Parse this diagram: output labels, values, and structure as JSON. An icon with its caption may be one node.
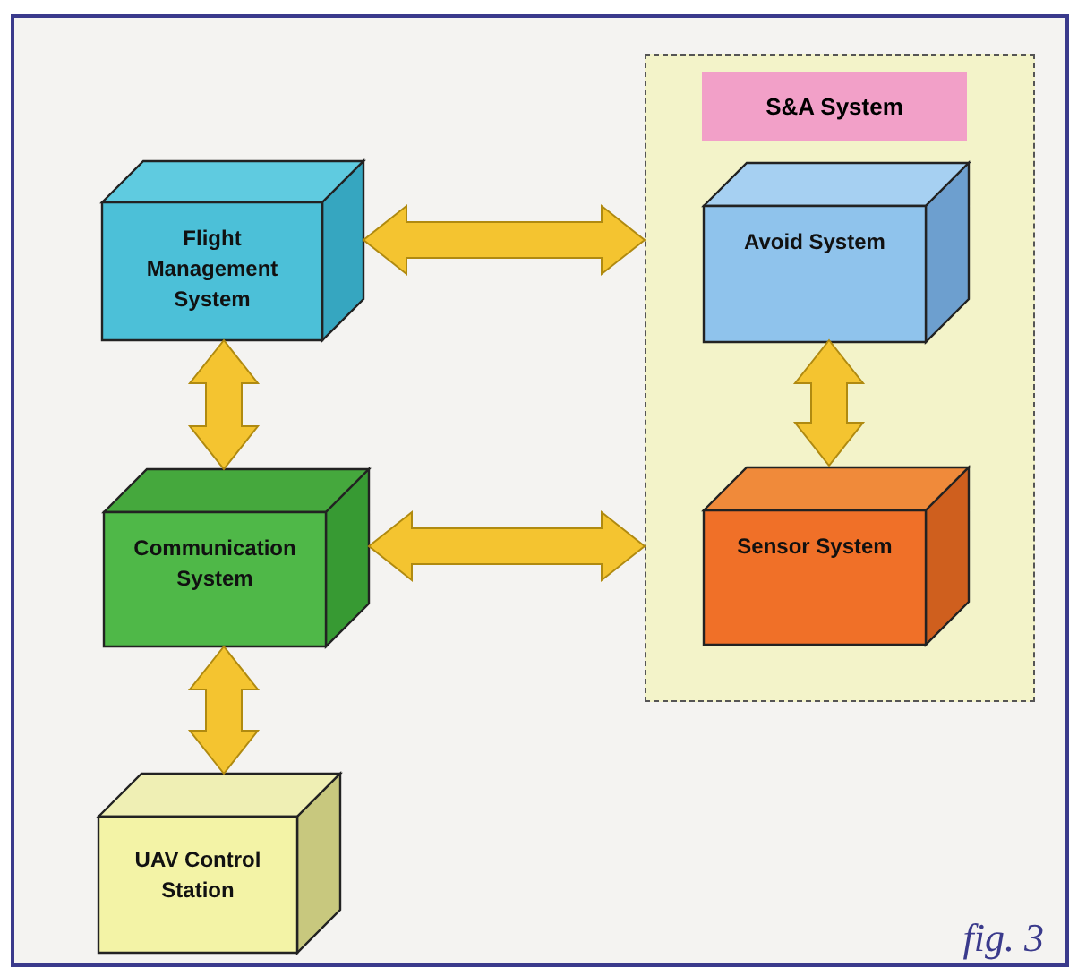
{
  "diagram": {
    "nodes": [
      {
        "text": [
          "Flight Management System"
        ]
      },
      {
        "text": [
          "S&A System"
        ]
      },
      {
        "text": [
          "Avoid System"
        ],
        "in": 1
      },
      {
        "text": [
          "Communication System"
        ]
      },
      {
        "text": [
          "Sensor System"
        ],
        "in": 1
      },
      {
        "text": [
          "UAV Control Station"
        ]
      }
    ],
    "edges": [
      {
        "from": 0,
        "to": 1,
        "arrow": "both"
      },
      {
        "from": 0,
        "to": 3,
        "arrow": "both"
      },
      {
        "from": 2,
        "to": 4,
        "arrow": "both"
      },
      {
        "from": 3,
        "to": 1,
        "arrow": "both"
      },
      {
        "from": 3,
        "to": 5,
        "arrow": "both"
      }
    ],
    "labels": [
      "fig. 3"
    ]
  }
}
